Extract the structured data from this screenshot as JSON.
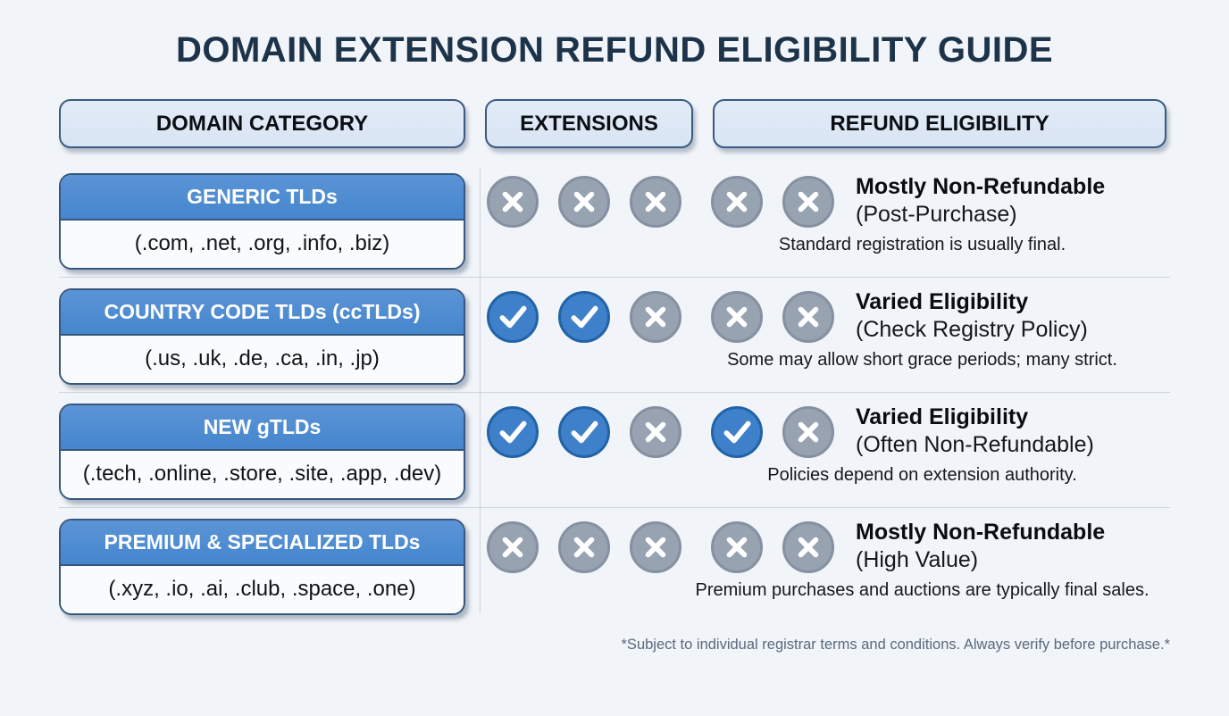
{
  "title": "DOMAIN EXTENSION REFUND ELIGIBILITY GUIDE",
  "columns": {
    "category": "DOMAIN CATEGORY",
    "extensions": "EXTENSIONS",
    "eligibility": "REFUND ELIGIBILITY"
  },
  "rows": [
    {
      "category": "GENERIC TLDs",
      "extensions": "(.com, .net, .org, .info, .biz)",
      "marks": [
        "cross",
        "cross",
        "cross",
        "cross",
        "cross"
      ],
      "eligibility_title": "Mostly Non-Refundable",
      "eligibility_subtitle": "(Post-Purchase)",
      "note": "Standard registration is usually final."
    },
    {
      "category": "COUNTRY CODE TLDs (ccTLDs)",
      "extensions": "(.us, .uk, .de, .ca, .in, .jp)",
      "marks": [
        "check",
        "check",
        "cross",
        "cross",
        "cross"
      ],
      "eligibility_title": "Varied Eligibility",
      "eligibility_subtitle": "(Check Registry Policy)",
      "note": "Some may allow short grace periods; many strict."
    },
    {
      "category": "NEW gTLDs",
      "extensions": "(.tech, .online, .store, .site, .app, .dev)",
      "marks": [
        "check",
        "check",
        "cross",
        "check",
        "cross"
      ],
      "eligibility_title": "Varied Eligibility",
      "eligibility_subtitle": "(Often Non-Refundable)",
      "note": "Policies depend on extension authority."
    },
    {
      "category": "PREMIUM & SPECIALIZED TLDs",
      "extensions": "(.xyz, .io, .ai, .club, .space, .one)",
      "marks": [
        "cross",
        "cross",
        "cross",
        "cross",
        "cross"
      ],
      "eligibility_title": "Mostly Non-Refundable",
      "eligibility_subtitle": "(High Value)",
      "note": "Premium purchases and auctions are typically final sales."
    }
  ],
  "footnote": "*Subject to individual registrar terms and conditions. Always verify before purchase.*",
  "colors": {
    "background": "#f1f4f8",
    "title": "#1d3349",
    "header_pill_bg": "#d9e5f4",
    "header_pill_border": "#3a5a80",
    "card_border": "#35577e",
    "card_header_bg": "#4586cd",
    "card_header_text": "#ffffff",
    "card_body_bg": "#f9fbfd",
    "check_fill": "#3e81ca",
    "check_border": "#2263a8",
    "cross_fill": "#98a3b1",
    "cross_border": "#8591a1",
    "divider": "#cdd5de",
    "footnote": "#5a6a7e"
  }
}
